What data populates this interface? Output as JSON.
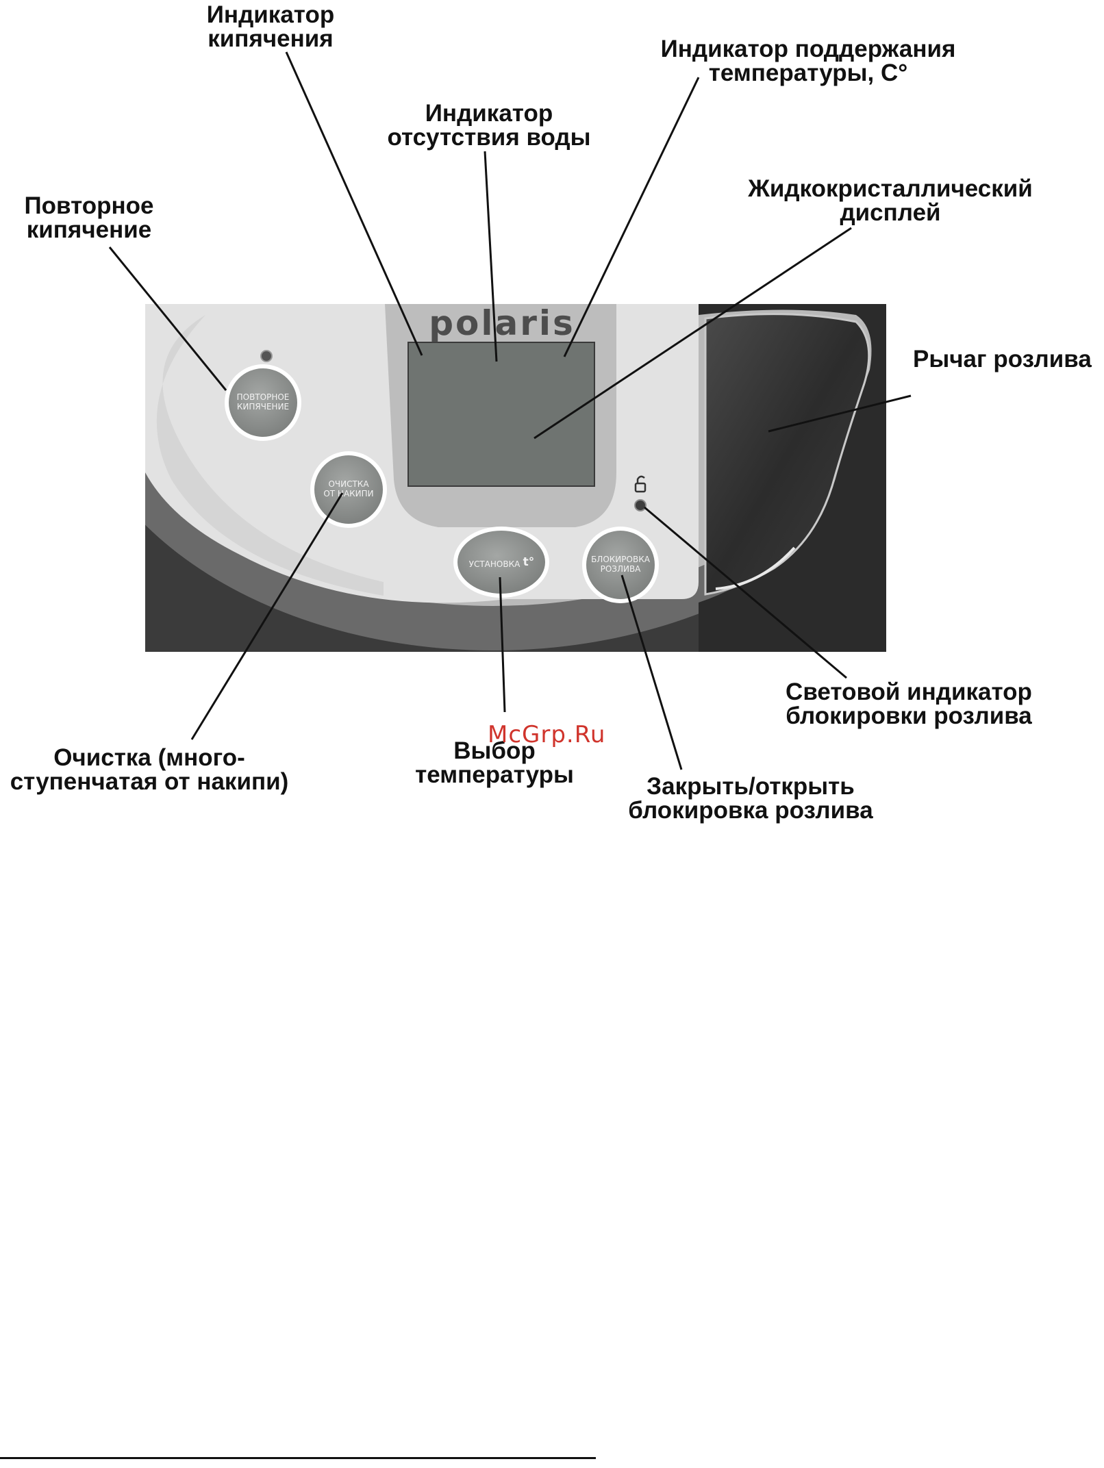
{
  "device": {
    "brand_logo": "polaris",
    "buttons": {
      "reboil": [
        "ПОВТОРНОЕ",
        "КИПЯЧЕНИЕ"
      ],
      "descale": [
        "ОЧИСТКА",
        "ОТ НАКИПИ"
      ],
      "temp_set": "УСТАНОВКА",
      "temp_symbol": "t°",
      "lock": [
        "БЛОКИРОВКА",
        "РОЗЛИВА"
      ]
    },
    "colors": {
      "panel": "#e4e4e4",
      "lcd_window": "#6f7471",
      "button_fill": "#8f9290",
      "dark_body": "#3a3a3a"
    }
  },
  "callouts": {
    "boil_indicator": [
      "Индикатор",
      "кипячения"
    ],
    "no_water_indicator": [
      "Индикатор",
      "отсутствия воды"
    ],
    "keep_warm_indicator": [
      "Индикатор поддержания",
      "температуры, C°"
    ],
    "lcd_display": [
      "Жидкокристаллический",
      "дисплей"
    ],
    "reboil": [
      "Повторное",
      "кипячение"
    ],
    "pour_lever": [
      "Рычаг розлива"
    ],
    "lock_led": [
      "Световой индикатор",
      "блокировки розлива"
    ],
    "descale": [
      "Очистка (много-",
      "ступенчатая от накипи)"
    ],
    "temp_select": [
      "Выбор",
      "температуры"
    ],
    "lock_button": [
      "Закрыть/открыть",
      "блокировка розлива"
    ]
  },
  "watermark": "McGrp.Ru"
}
